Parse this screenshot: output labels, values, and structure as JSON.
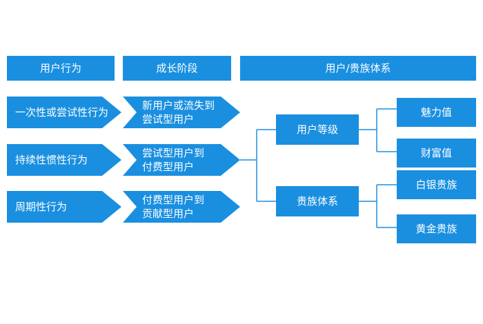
{
  "headers": {
    "col1": "用户行为",
    "col2": "成长阶段",
    "col3": "用户/贵族体系"
  },
  "behaviors": [
    {
      "label": "一次性或尝试性行为"
    },
    {
      "label": "持续性惯性行为"
    },
    {
      "label": "周期性行为"
    }
  ],
  "stages": [
    {
      "line1": "新用户或流失到",
      "line2": "尝试型用户"
    },
    {
      "line1": "尝试型用户到",
      "line2": "付费型用户"
    },
    {
      "line1": "付费型用户到",
      "line2": "贡献型用户"
    }
  ],
  "systems": {
    "level": "用户等级",
    "noble": "贵族体系"
  },
  "leaves": {
    "charm": "魅力值",
    "wealth": "财富值",
    "silver": "白银贵族",
    "gold": "黄金贵族"
  },
  "colors": {
    "box": "#1a8fe0",
    "line": "#1a8fe0",
    "text": "#ffffff"
  }
}
